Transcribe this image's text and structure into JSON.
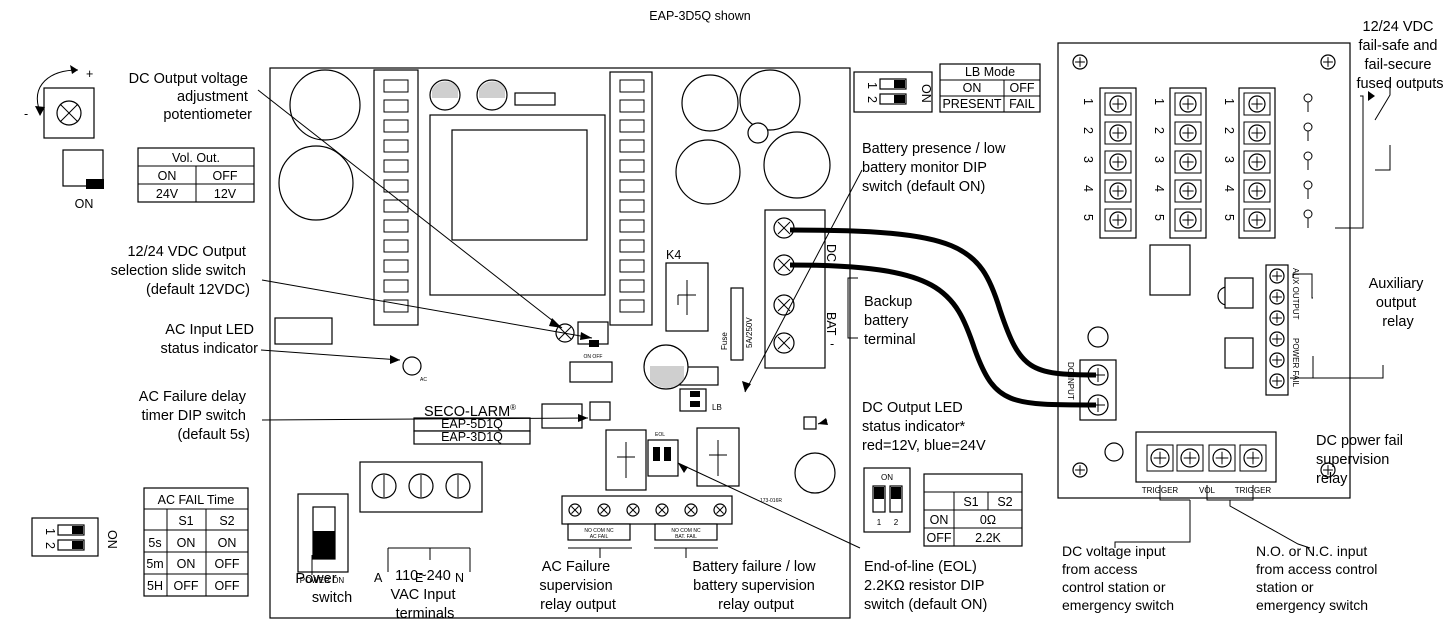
{
  "caption": "EAP-3D5Q shown",
  "callouts": {
    "dc_output_pot": [
      "DC Output voltage",
      "adjustment",
      "potentiometer"
    ],
    "output_selection": [
      "12/24 VDC Output",
      "selection slide switch",
      "(default 12VDC)"
    ],
    "ac_input_led": [
      "AC Input LED",
      "status indicator"
    ],
    "ac_failure_delay": [
      "AC Failure delay",
      "timer DIP switch",
      "(default 5s)"
    ],
    "power_switch": [
      "Power",
      "switch"
    ],
    "vac_input": [
      "110~240",
      "VAC Input",
      "terminals"
    ],
    "ac_failure_relay": [
      "AC Failure",
      "supervision",
      "relay output"
    ],
    "battery_failure_relay": [
      "Battery failure / low",
      "battery supervision",
      "relay output"
    ],
    "eol_switch": [
      "End-of-line (EOL)",
      "2.2KΩ resistor DIP",
      "switch (default ON)"
    ],
    "battery_monitor": [
      "Battery presence / low",
      "battery monitor DIP",
      "switch (default ON)"
    ],
    "backup_battery": [
      "Backup",
      "battery",
      "terminal"
    ],
    "dc_output_led": [
      "DC Output LED",
      "status indicator*",
      "red=12V, blue=24V"
    ],
    "fused_outputs": [
      "12/24 VDC",
      "fail-safe and",
      "fail-secure",
      "fused outputs"
    ],
    "aux_relay": [
      "Auxiliary",
      "output",
      "relay"
    ],
    "dc_fail_relay": [
      "DC power fail",
      "supervision",
      "relay"
    ],
    "dc_voltage_input": [
      "DC voltage input",
      "from access",
      "control station or",
      "emergency switch"
    ],
    "no_nc_input": [
      "N.O. or N.C. input",
      "from access control",
      "station or",
      "emergency switch"
    ]
  },
  "vol_out_table": {
    "title": "Vol. Out.",
    "headers": [
      "ON",
      "OFF"
    ],
    "values": [
      "24V",
      "12V"
    ]
  },
  "slide_switch_label": "ON",
  "pot_polarity": {
    "plus": "+",
    "minus": "-"
  },
  "ac_fail_table": {
    "title": "AC FAIL Time",
    "headers": [
      "",
      "S1",
      "S2"
    ],
    "rows": [
      [
        "5s",
        "ON",
        "ON"
      ],
      [
        "5m",
        "ON",
        "OFF"
      ],
      [
        "5H",
        "OFF",
        "OFF"
      ]
    ],
    "dip_numbers": [
      "1",
      "2"
    ],
    "dip_on": "ON"
  },
  "lb_mode_table": {
    "title": "LB Mode",
    "headers": [
      "ON",
      "OFF"
    ],
    "values": [
      "PRESENT",
      "FAIL"
    ],
    "dip_numbers": [
      "1",
      "2"
    ],
    "dip_on": "ON"
  },
  "eol_table": {
    "headers": [
      "",
      "S1",
      "S2"
    ],
    "rows": [
      [
        "ON",
        "0Ω"
      ],
      [
        "OFF",
        "2.2K"
      ]
    ],
    "dip_on": "ON",
    "dip_numbers": [
      "1",
      "2"
    ]
  },
  "board": {
    "brand": "SECO-LARM",
    "brand_mark": "®",
    "models": [
      "EAP-5D1Q",
      "EAP-3D1Q"
    ],
    "power_on": "POWER ON",
    "input_letters": [
      "A",
      "E",
      "N"
    ],
    "terminal_dc": "DC",
    "terminal_bat": "BAT",
    "minus": "-",
    "k4": "K4",
    "fuse": "Fuse",
    "fuse_rating": "5A/250V",
    "ac_mark": "AC",
    "ac_relay_label": "NO COM NC",
    "ac_relay_sub": "AC FAIL",
    "bat_relay_label": "NO COM NC",
    "bat_relay_sub": "BAT. FAIL",
    "lb_mark": "LB",
    "on_off": "ON OFF",
    "eol_mark": "EOL",
    "part": "173-016R"
  },
  "module": {
    "output_numbers": [
      "1",
      "2",
      "3",
      "4",
      "5"
    ],
    "aux_label": "AUX OUTPUT",
    "dc_fail_label": "POWER FAIL",
    "dc_input_label": "DC INPUT",
    "bottom_labels": [
      "TRIGGER",
      "VOL",
      "TRIGGER"
    ]
  }
}
